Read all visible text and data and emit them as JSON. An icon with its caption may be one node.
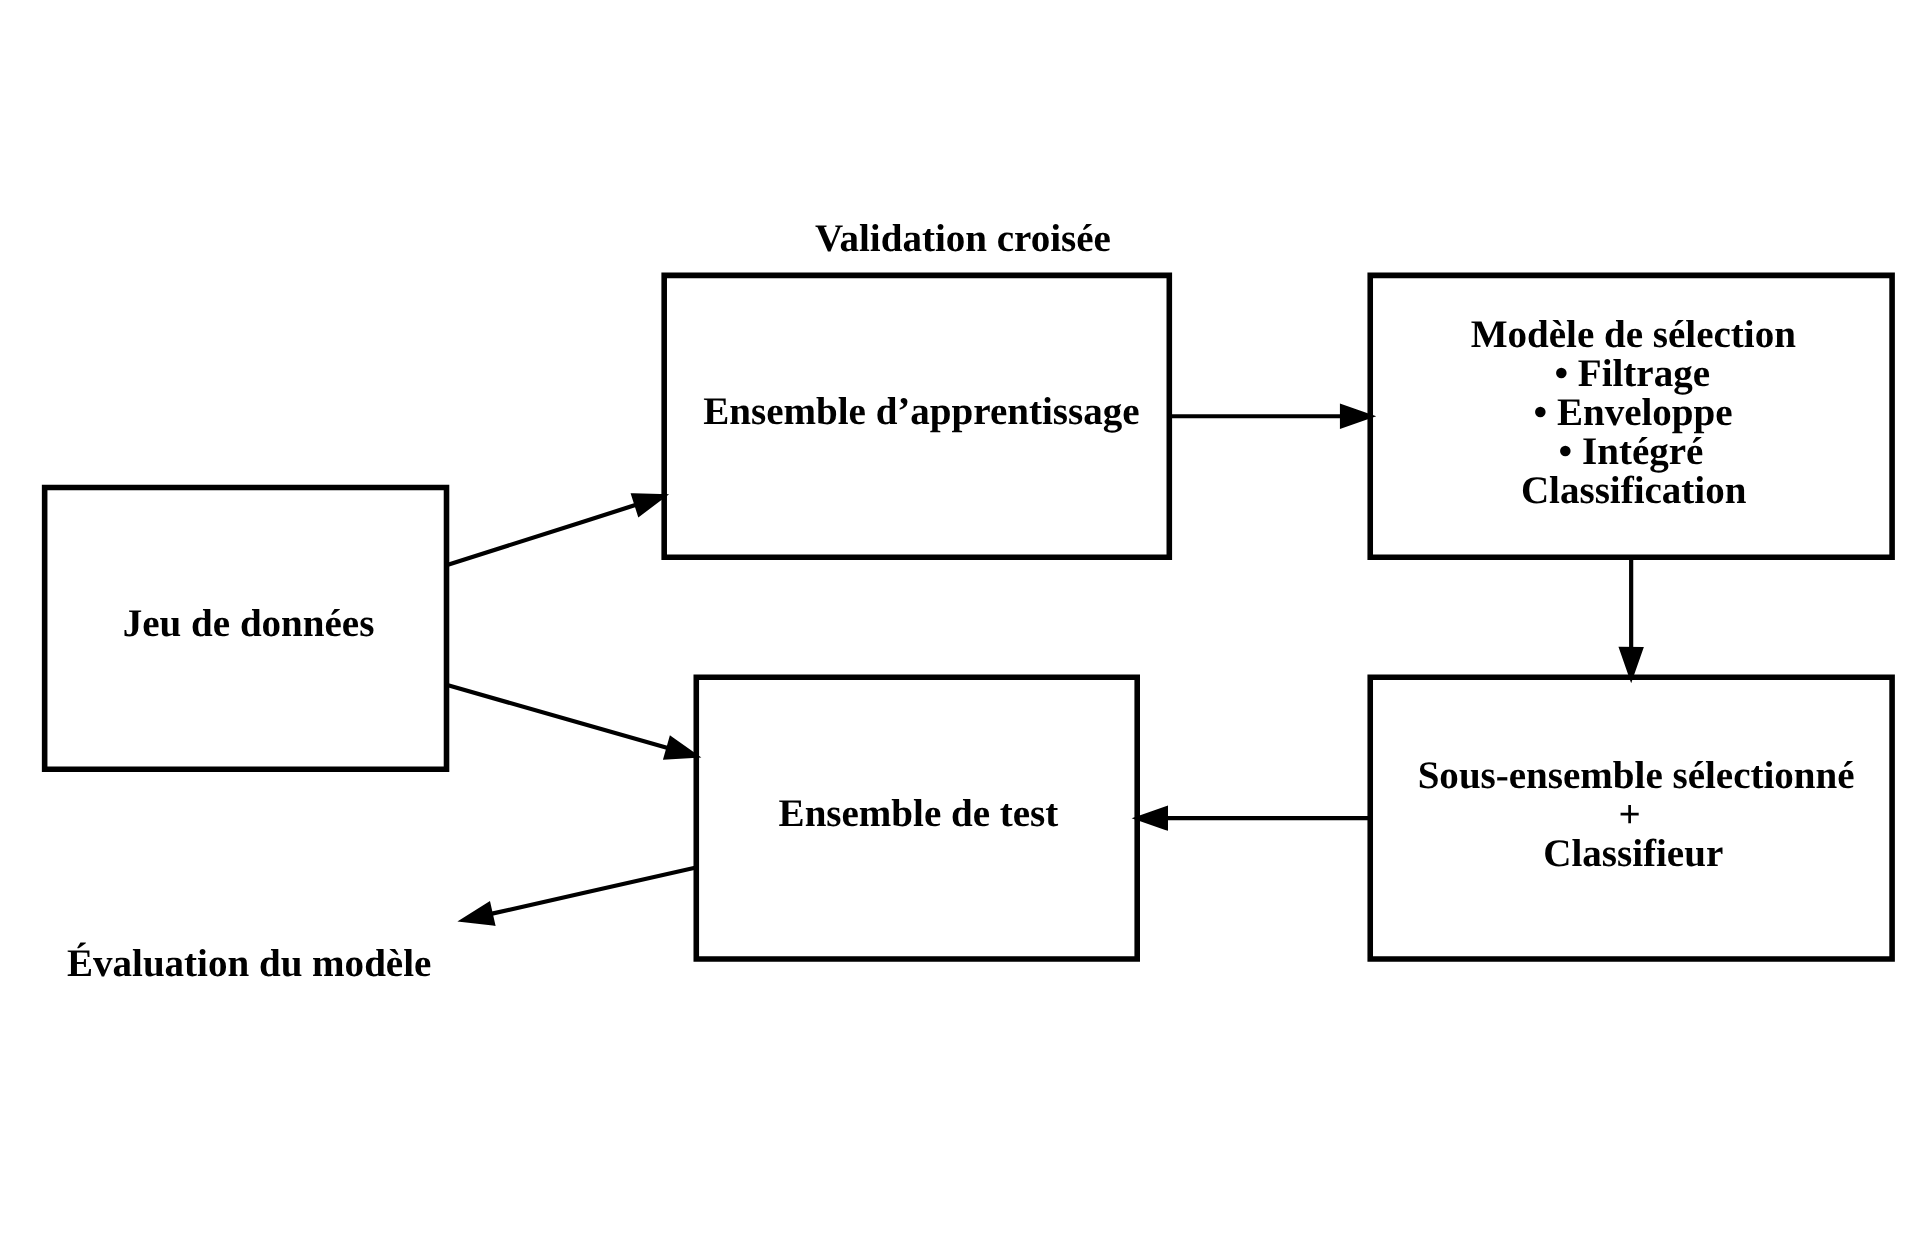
{
  "diagram": {
    "title": "Validation croisée",
    "nodes": [
      {
        "text": [
          "Jeu de données"
        ]
      },
      {
        "text": [
          "Ensemble d’apprentissage"
        ]
      },
      {
        "text": [
          "Modèle de sélection",
          "• Filtrage",
          "• Enveloppe",
          "• Intégré",
          "Classification"
        ]
      },
      {
        "text": [
          "Sous-ensemble sélectionné",
          "+",
          "Classifieur"
        ]
      },
      {
        "text": [
          "Ensemble de test"
        ]
      },
      {
        "text": [
          "Évaluation du modèle"
        ]
      }
    ],
    "edges": [
      {
        "from": 0,
        "to": 1,
        "arrow": "to"
      },
      {
        "from": 0,
        "to": 4,
        "arrow": "to"
      },
      {
        "from": 1,
        "to": 2,
        "arrow": "to"
      },
      {
        "from": 2,
        "to": 3,
        "arrow": "to"
      },
      {
        "from": 3,
        "to": 4,
        "arrow": "to"
      },
      {
        "from": 4,
        "to": 5,
        "arrow": "to"
      }
    ]
  }
}
